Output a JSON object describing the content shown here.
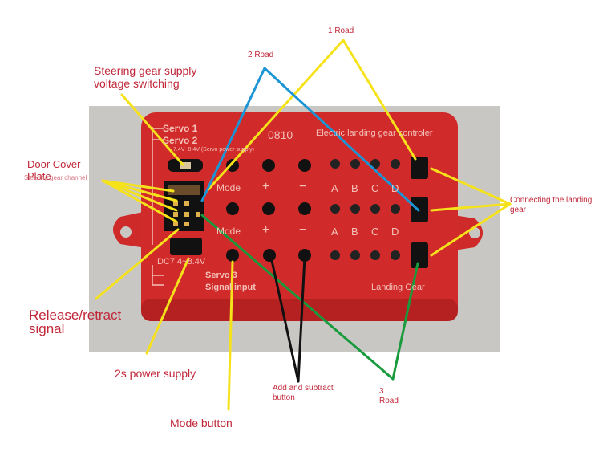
{
  "labels": {
    "road1": "1 Road",
    "road2": "2 Road",
    "road3": "3 Road",
    "steering_supply": "Steering gear supply voltage switching",
    "door_cover": "Door Cover Plate",
    "steering_channel": "Steering gear channel",
    "release_retract": "Release/retract signal",
    "power_supply": "2s power supply",
    "mode_button": "Mode button",
    "add_subtract": "Add and subtract button",
    "connecting_gear": "Connecting the landing gear"
  },
  "board": {
    "servo1": "Servo 1",
    "servo2": "Servo 2",
    "supply_range": "7.4V~8.4V (Servo power supply)",
    "model": "0810",
    "title": "Electric landing gear controler",
    "mode1": "Mode",
    "mode2": "Mode",
    "plus1": "+",
    "minus1": "−",
    "plus2": "+",
    "minus2": "−",
    "letters": [
      "A",
      "B",
      "C",
      "D"
    ],
    "dc": "DC7.4~8.4V",
    "servo3": "Servo 3",
    "signal": "Signal input",
    "landing": "Landing Gear"
  },
  "colors": {
    "label_text": "#c0283a",
    "board_red": "#d42a2a",
    "line_yellow": "#f5e21b",
    "line_blue": "#1b95d6",
    "line_green": "#199a3c",
    "line_black": "#111111"
  }
}
